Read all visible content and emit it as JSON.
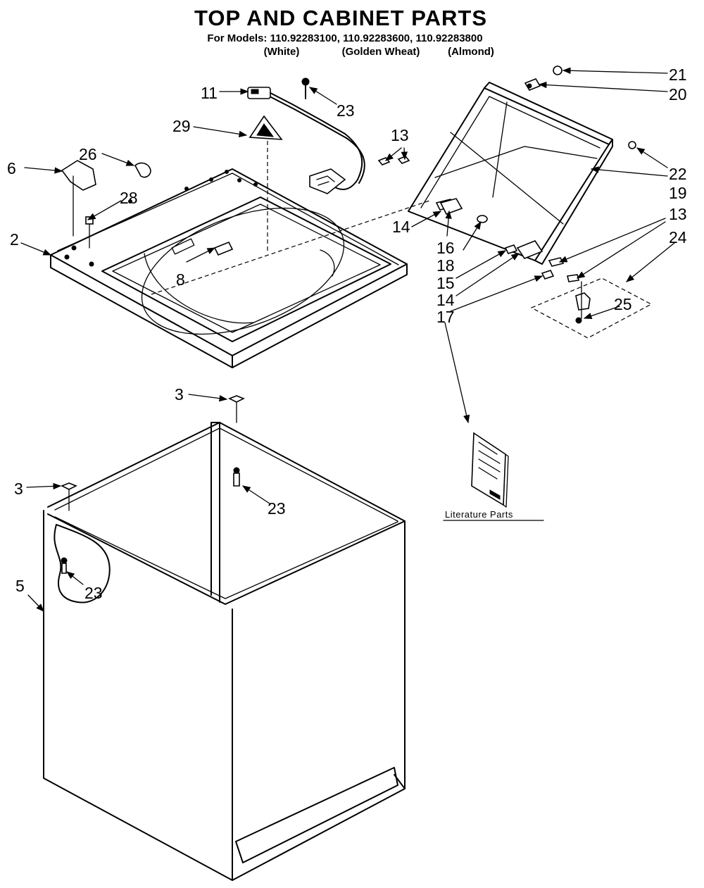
{
  "header": {
    "title": "TOP AND CABINET PARTS",
    "models_line": "For Models: 110.92283100, 110.92283600, 110.92283800",
    "color_white": "(White)",
    "color_golden": "(Golden Wheat)",
    "color_almond": "(Almond)"
  },
  "callouts": {
    "c2": "2",
    "c3a": "3",
    "c3b": "3",
    "c5": "5",
    "c6": "6",
    "c8": "8",
    "c11": "11",
    "c13a": "13",
    "c13b": "13",
    "c14a": "14",
    "c14b": "14",
    "c15": "15",
    "c16": "16",
    "c17": "17",
    "c18": "18",
    "c19": "19",
    "c20": "20",
    "c21": "21",
    "c22": "22",
    "c23a": "23",
    "c23b": "23",
    "c23c": "23",
    "c24": "24",
    "c25": "25",
    "c26": "26",
    "c28": "28",
    "c29": "29"
  },
  "literature": {
    "label": "Literature Parts"
  }
}
